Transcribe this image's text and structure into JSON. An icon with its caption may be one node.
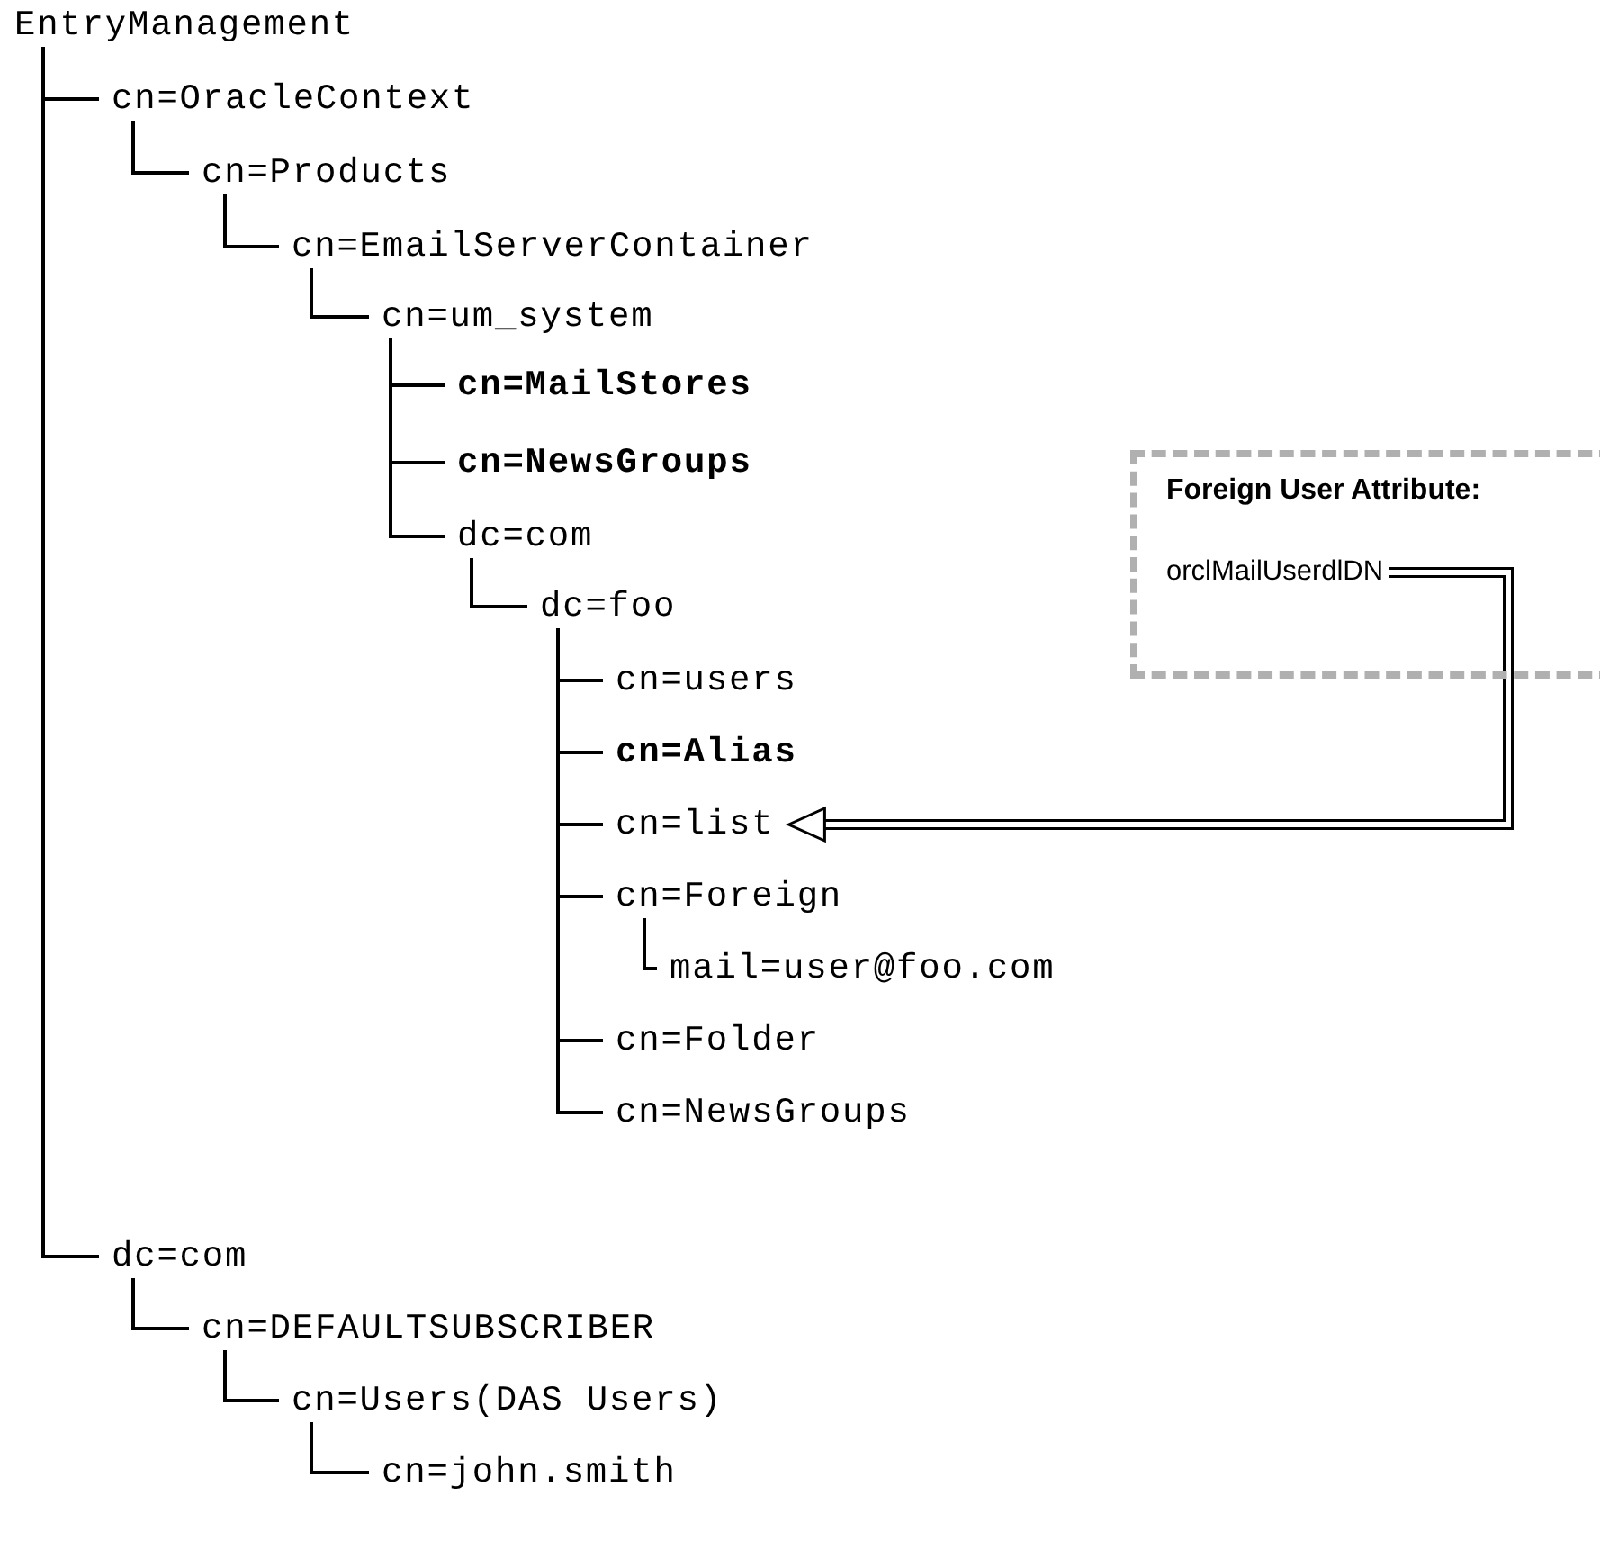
{
  "diagram": {
    "nodes": [
      {
        "text": [
          "EntryManagement"
        ]
      },
      {
        "text": [
          "cn=OracleContext"
        ]
      },
      {
        "text": [
          "cn=Products"
        ]
      },
      {
        "text": [
          "cn=EmailServerContainer"
        ]
      },
      {
        "text": [
          "cn=um_system"
        ]
      },
      {
        "text": [
          "cn=MailStores"
        ]
      },
      {
        "text": [
          "cn=NewsGroups"
        ]
      },
      {
        "text": [
          "dc=com"
        ]
      },
      {
        "text": [
          "dc=foo"
        ]
      },
      {
        "text": [
          "cn=users"
        ]
      },
      {
        "text": [
          "cn=Alias"
        ]
      },
      {
        "text": [
          "cn=list"
        ]
      },
      {
        "text": [
          "cn=Foreign"
        ]
      },
      {
        "text": [
          "mail=user@foo.com"
        ]
      },
      {
        "text": [
          "cn=Folder"
        ]
      },
      {
        "text": [
          "cn=NewsGroups"
        ]
      },
      {
        "text": [
          "dc=com"
        ]
      },
      {
        "text": [
          "cn=DEFAULTSUBSCRIBER"
        ]
      },
      {
        "text": [
          "cn=Users(DAS Users)"
        ]
      },
      {
        "text": [
          "cn=john.smith"
        ]
      },
      {
        "text": [
          "Foreign User Attribute:"
        ]
      },
      {
        "text": [
          "orclMailUserdlDN"
        ],
        "in": 20
      }
    ],
    "edges": [
      {
        "from": 0,
        "to": 1,
        "arrow": "none"
      },
      {
        "from": 1,
        "to": 2,
        "arrow": "none"
      },
      {
        "from": 2,
        "to": 3,
        "arrow": "none"
      },
      {
        "from": 3,
        "to": 4,
        "arrow": "none"
      },
      {
        "from": 4,
        "to": 5,
        "arrow": "none"
      },
      {
        "from": 4,
        "to": 6,
        "arrow": "none"
      },
      {
        "from": 4,
        "to": 7,
        "arrow": "none"
      },
      {
        "from": 7,
        "to": 8,
        "arrow": "none"
      },
      {
        "from": 8,
        "to": 9,
        "arrow": "none"
      },
      {
        "from": 8,
        "to": 10,
        "arrow": "none"
      },
      {
        "from": 8,
        "to": 11,
        "arrow": "none"
      },
      {
        "from": 8,
        "to": 12,
        "arrow": "none"
      },
      {
        "from": 12,
        "to": 13,
        "arrow": "none"
      },
      {
        "from": 8,
        "to": 14,
        "arrow": "none"
      },
      {
        "from": 8,
        "to": 15,
        "arrow": "none"
      },
      {
        "from": 0,
        "to": 16,
        "arrow": "none"
      },
      {
        "from": 16,
        "to": 17,
        "arrow": "none"
      },
      {
        "from": 17,
        "to": 18,
        "arrow": "none"
      },
      {
        "from": 18,
        "to": 19,
        "arrow": "none"
      },
      {
        "from": 21,
        "to": 11,
        "arrow": "to",
        "style": "thick"
      }
    ]
  }
}
